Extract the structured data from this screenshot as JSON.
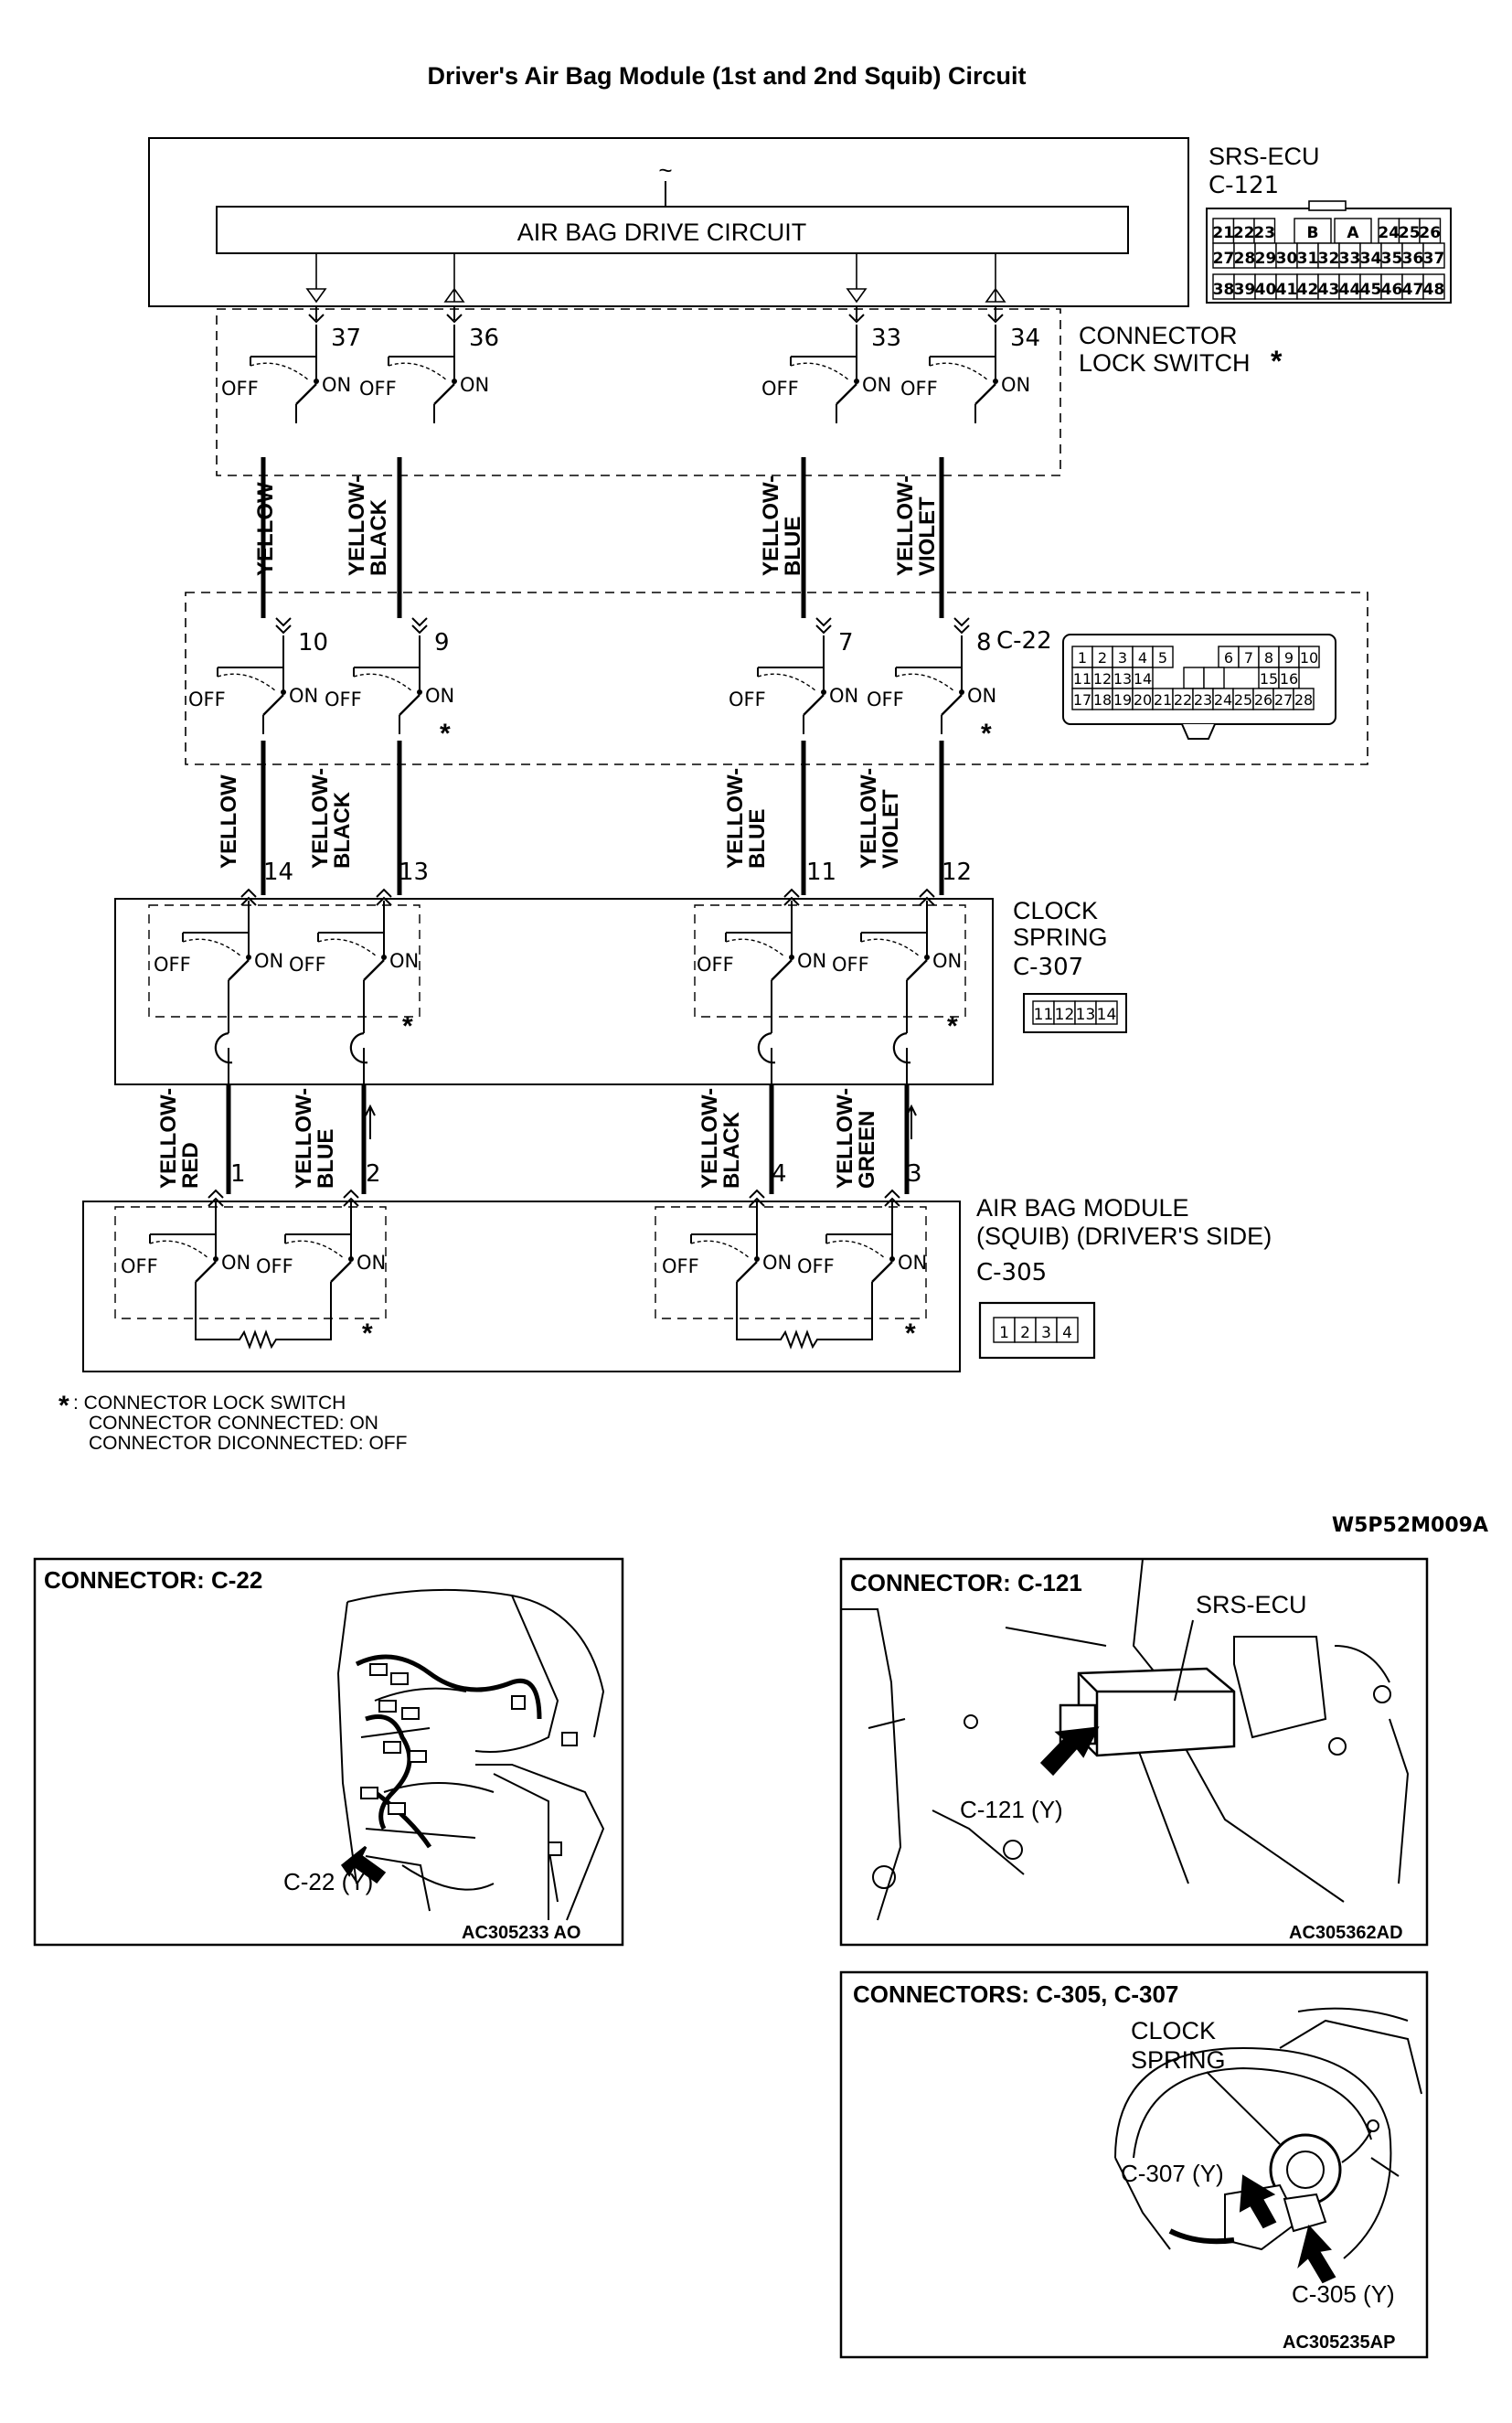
{
  "title": "Driver's Air Bag Module (1st and 2nd Squib) Circuit",
  "srs_ecu": {
    "name": "SRS-ECU",
    "connector": "C-121",
    "drive_circuit_label": "AIR BAG DRIVE CIRCUIT",
    "tilde": "~",
    "pins": [
      "37",
      "36",
      "33",
      "34"
    ],
    "face_row1": [
      "21",
      "22",
      "23",
      "B",
      "A",
      "24",
      "25",
      "26"
    ],
    "face_row2": [
      "27",
      "28",
      "29",
      "30",
      "31",
      "32",
      "33",
      "34",
      "35",
      "36",
      "37"
    ],
    "face_row3": [
      "38",
      "39",
      "40",
      "41",
      "42",
      "43",
      "44",
      "45",
      "46",
      "47",
      "48"
    ]
  },
  "connector_lock_switch": {
    "line1": "CONNECTOR",
    "line2": "LOCK SWITCH",
    "asterisk": "*"
  },
  "switch_labels": {
    "off": "OFF",
    "on": "ON"
  },
  "wires_a": [
    {
      "l1": "YELLOW",
      "l2": ""
    },
    {
      "l1": "YELLOW-",
      "l2": "BLACK"
    },
    {
      "l1": "YELLOW-",
      "l2": "BLUE"
    },
    {
      "l1": "YELLOW-",
      "l2": "VIOLET"
    }
  ],
  "c22": {
    "connector": "C-22",
    "pins": [
      "10",
      "9",
      "7",
      "8"
    ],
    "face_row1": [
      "1",
      "2",
      "3",
      "4",
      "5",
      "6",
      "7",
      "8",
      "9",
      "10"
    ],
    "face_row2": [
      "11",
      "12",
      "13",
      "14",
      "15",
      "16"
    ],
    "face_row3": [
      "17",
      "18",
      "19",
      "20",
      "21",
      "22",
      "23",
      "24",
      "25",
      "26",
      "27",
      "28"
    ]
  },
  "wires_b": [
    {
      "l1": "YELLOW",
      "l2": ""
    },
    {
      "l1": "YELLOW-",
      "l2": "BLACK"
    },
    {
      "l1": "YELLOW-",
      "l2": "BLUE"
    },
    {
      "l1": "YELLOW-",
      "l2": "VIOLET"
    }
  ],
  "clock_spring": {
    "line1": "CLOCK",
    "line2": "SPRING",
    "connector": "C-307",
    "pins": [
      "14",
      "13",
      "11",
      "12"
    ],
    "face": [
      "11",
      "12",
      "13",
      "14"
    ]
  },
  "wires_c": [
    {
      "l1": "YELLOW-",
      "l2": "RED"
    },
    {
      "l1": "YELLOW-",
      "l2": "BLUE"
    },
    {
      "l1": "YELLOW-",
      "l2": "BLACK"
    },
    {
      "l1": "YELLOW-",
      "l2": "GREEN"
    }
  ],
  "airbag_module": {
    "line1": "AIR BAG MODULE",
    "line2": "(SQUIB) (DRIVER'S SIDE)",
    "connector": "C-305",
    "pins": [
      "1",
      "2",
      "4",
      "3"
    ],
    "face": [
      "1",
      "2",
      "3",
      "4"
    ]
  },
  "footnote": {
    "symbol": "*",
    "line1": ": CONNECTOR LOCK SWITCH",
    "line2": "CONNECTOR CONNECTED: ON",
    "line3": "CONNECTOR DICONNECTED: OFF"
  },
  "figure_code": "W5P52M009A",
  "panel_c22": {
    "title": "CONNECTOR: C-22",
    "callout": "C-22 (Y)",
    "code": "AC305233 AO"
  },
  "panel_c121": {
    "title": "CONNECTOR: C-121",
    "ecu_label": "SRS-ECU",
    "callout": "C-121 (Y)",
    "code": "AC305362AD"
  },
  "panel_c305": {
    "title": "CONNECTORS: C-305, C-307",
    "cs1": "CLOCK",
    "cs2": "SPRING",
    "callout_307": "C-307 (Y)",
    "callout_305": "C-305 (Y)",
    "code": "AC305235AP"
  }
}
